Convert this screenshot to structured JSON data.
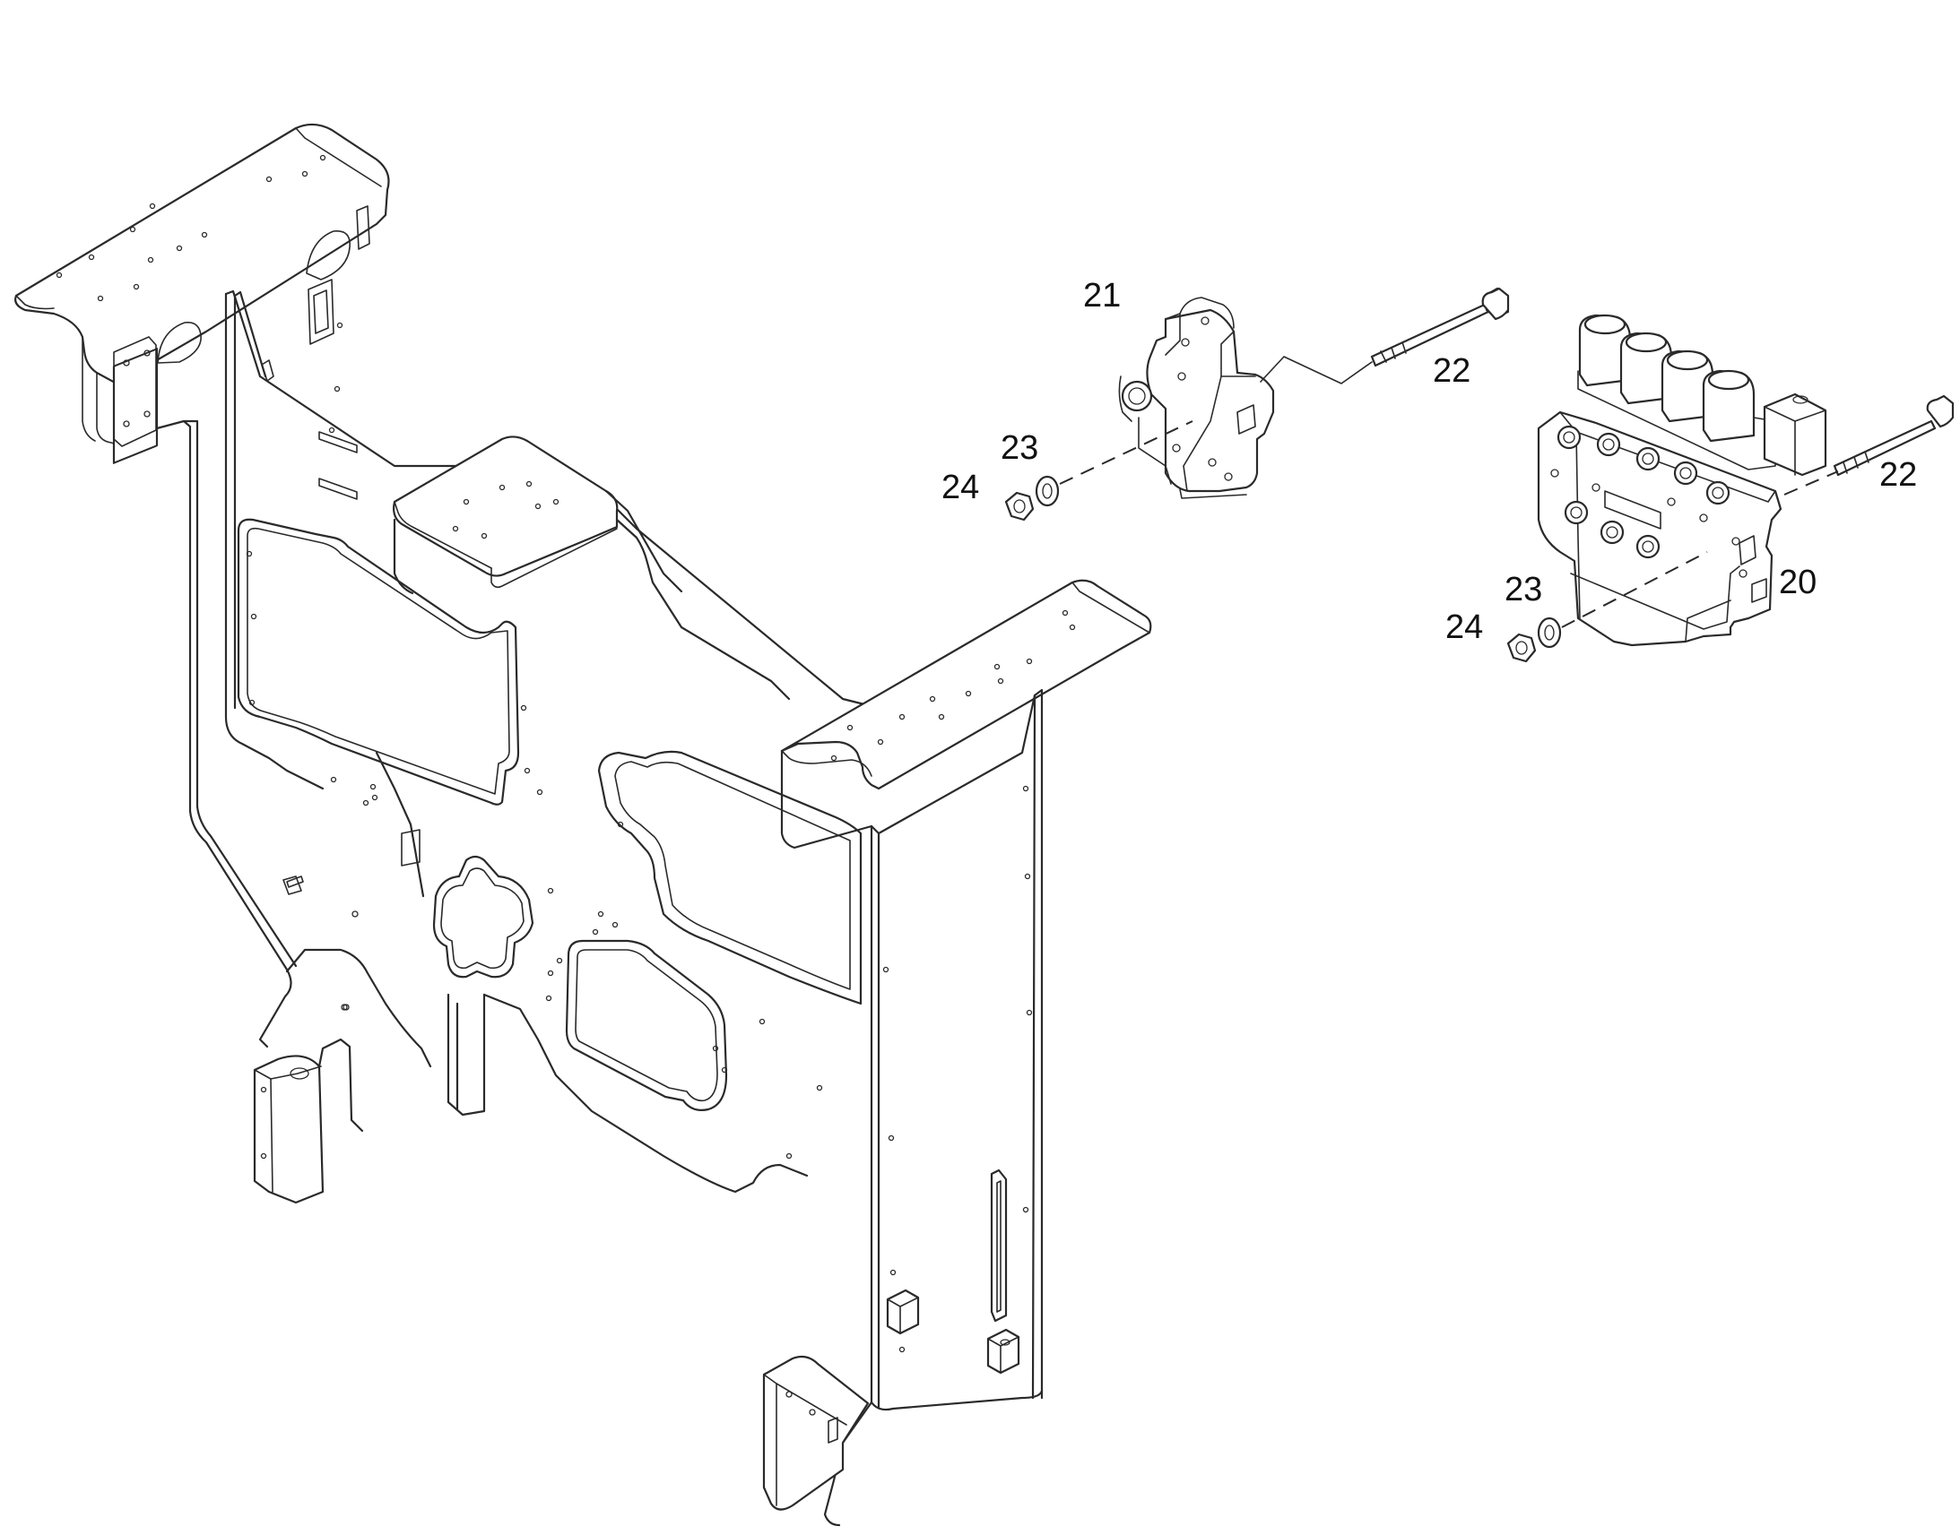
{
  "diagram": {
    "callouts": [
      {
        "id": "c21",
        "text": "21"
      },
      {
        "id": "c22a",
        "text": "22"
      },
      {
        "id": "c23a",
        "text": "23"
      },
      {
        "id": "c24a",
        "text": "24"
      },
      {
        "id": "c22b",
        "text": "22"
      },
      {
        "id": "c23b",
        "text": "23"
      },
      {
        "id": "c24b",
        "text": "24"
      },
      {
        "id": "c20",
        "text": "20"
      }
    ]
  }
}
